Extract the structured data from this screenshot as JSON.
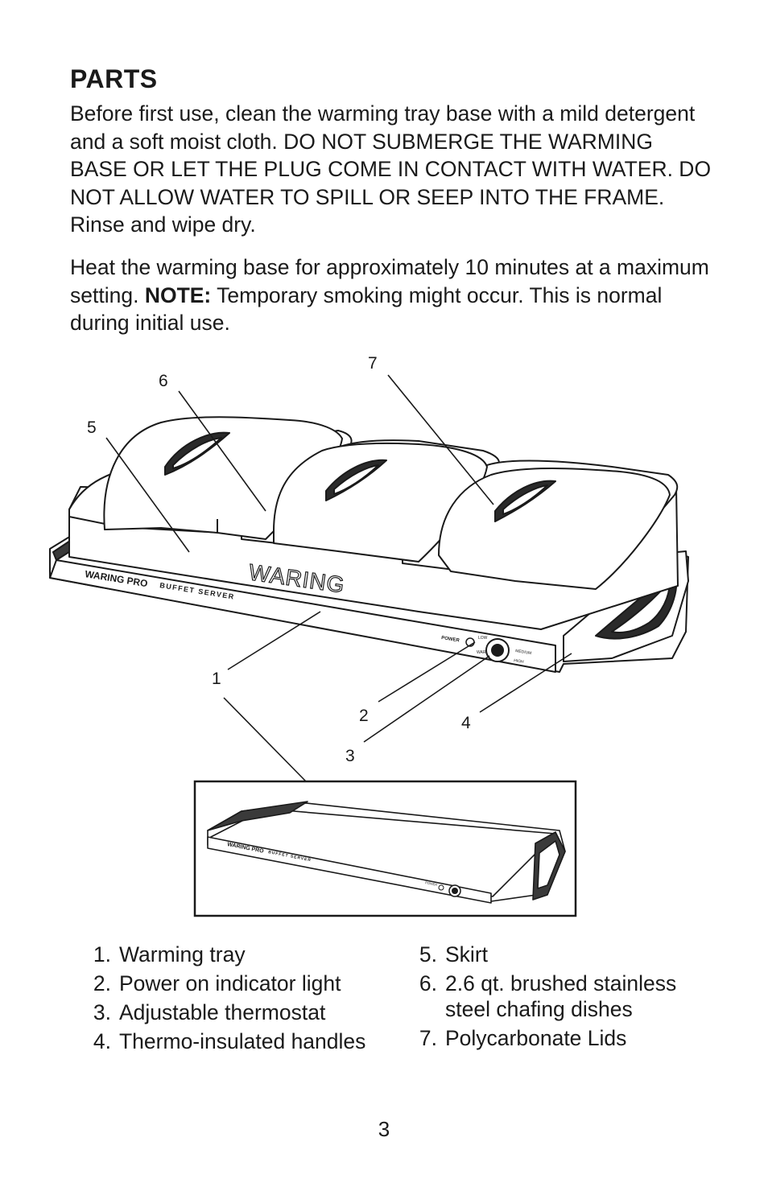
{
  "heading": "PARTS",
  "paragraph1": "Before first use, clean the warming tray base with a mild detergent and a soft moist cloth. DO NOT SUBMERGE THE WARMING BASE OR LET THE PLUG COME IN CONTACT WITH WATER. DO NOT ALLOW WATER TO SPILL OR SEEP INTO THE FRAME. Rinse and wipe dry.",
  "paragraph2": {
    "before": "Heat the warming base for approximately 10 minutes at a maximum setting. ",
    "note_label": "NOTE:",
    "after": " Temporary smoking might occur. This is normal during initial use."
  },
  "diagram": {
    "callouts": [
      "1",
      "2",
      "3",
      "4",
      "5",
      "6",
      "7"
    ],
    "brand_logo": "WARING PRO",
    "product_label": "BUFFET SERVER",
    "lid_brand": "WARING",
    "control_labels": {
      "power": "POWER",
      "low": "LOW",
      "warm": "WARM",
      "medium": "MEDIUM",
      "high": "HIGH"
    },
    "inset": {
      "brand_logo": "WARING PRO",
      "product_label": "BUFFET SERVER",
      "power": "POWER"
    }
  },
  "parts_left": [
    {
      "num": "1.",
      "label": "Warming tray"
    },
    {
      "num": "2.",
      "label": "Power on indicator light"
    },
    {
      "num": "3.",
      "label": "Adjustable thermostat"
    },
    {
      "num": "4.",
      "label": "Thermo-insulated handles"
    }
  ],
  "parts_right": [
    {
      "num": "5.",
      "label": "Skirt"
    },
    {
      "num": "6.",
      "label": "2.6 qt. brushed stainless steel chafing dishes"
    },
    {
      "num": "7.",
      "label": "Polycarbonate Lids"
    }
  ],
  "page_number": "3"
}
